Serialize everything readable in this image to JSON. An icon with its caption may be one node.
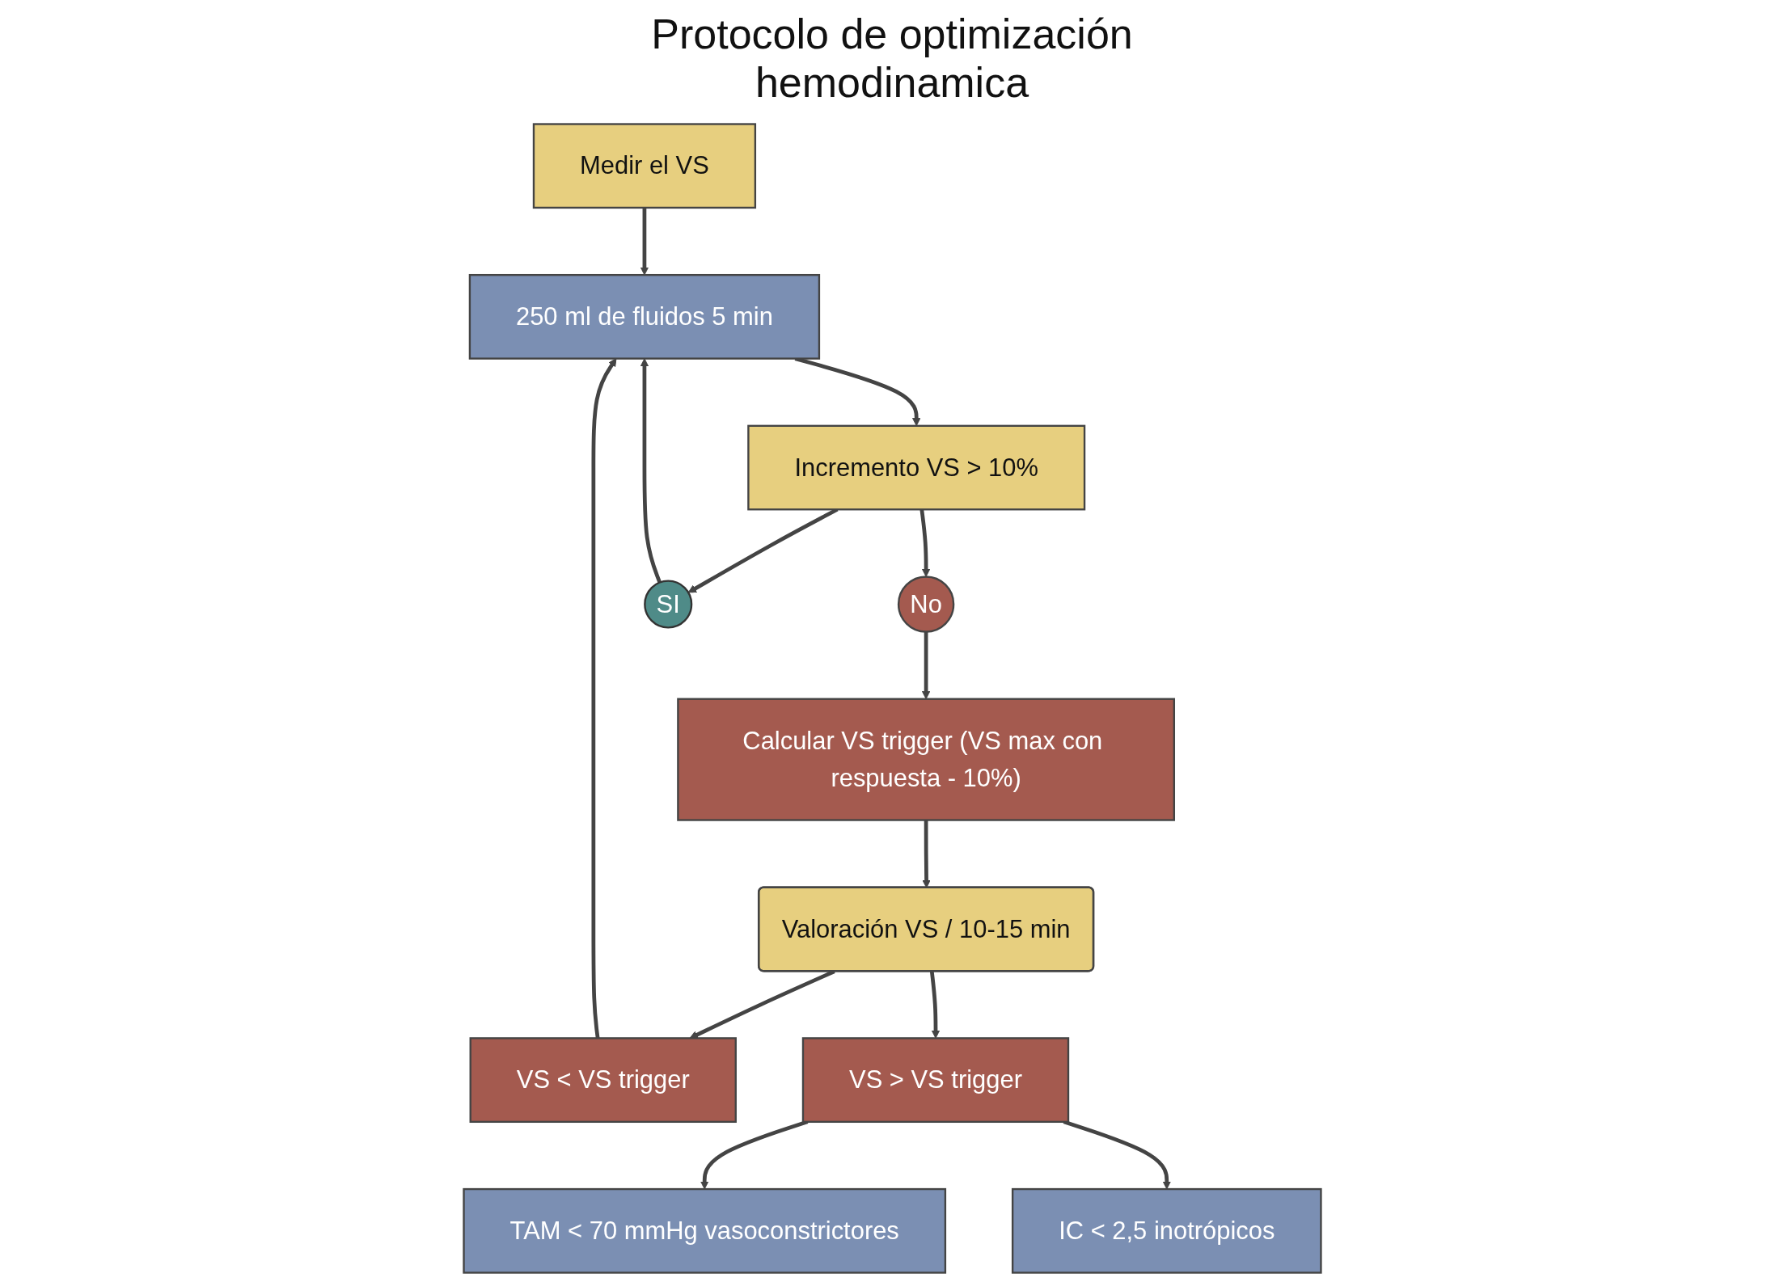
{
  "diagram": {
    "title": "Protocolo de optimización hemodinamica",
    "nodes": [
      {
        "text": [
          "Medir el VS"
        ]
      },
      {
        "text": [
          "250 ml de fluidos 5 min"
        ]
      },
      {
        "text": [
          "Incremento VS > 10%"
        ]
      },
      {
        "text": [
          "No"
        ]
      },
      {
        "text": [
          "SI"
        ]
      },
      {
        "text": [
          "Calcular VS trigger (VS max con respuesta - 10%)"
        ]
      },
      {
        "text": [
          "VS < VS trigger"
        ]
      },
      {
        "text": [
          "Valoración VS / 10-15 min"
        ]
      },
      {
        "text": [
          "TAM < 70 mmHg vasoconstrictores"
        ]
      },
      {
        "text": [
          "VS > VS trigger"
        ]
      },
      {
        "text": [
          "IC < 2,5 inotrópicos"
        ]
      }
    ],
    "edges": [
      {
        "from": 0,
        "to": 1,
        "arrow": "to"
      },
      {
        "from": 1,
        "to": 2,
        "arrow": "to"
      },
      {
        "from": 2,
        "to": 3,
        "arrow": "to"
      },
      {
        "from": 2,
        "to": 4,
        "arrow": "to"
      },
      {
        "from": 4,
        "to": 1,
        "arrow": "to"
      },
      {
        "from": 6,
        "to": 1,
        "arrow": "to"
      },
      {
        "from": 3,
        "to": 5,
        "arrow": "to"
      },
      {
        "from": 5,
        "to": 7,
        "arrow": "to"
      },
      {
        "from": 7,
        "to": 6,
        "arrow": "to"
      },
      {
        "from": 7,
        "to": 9,
        "arrow": "to"
      },
      {
        "from": 9,
        "to": 8,
        "arrow": "to"
      },
      {
        "from": 9,
        "to": 10,
        "arrow": "to"
      }
    ]
  }
}
